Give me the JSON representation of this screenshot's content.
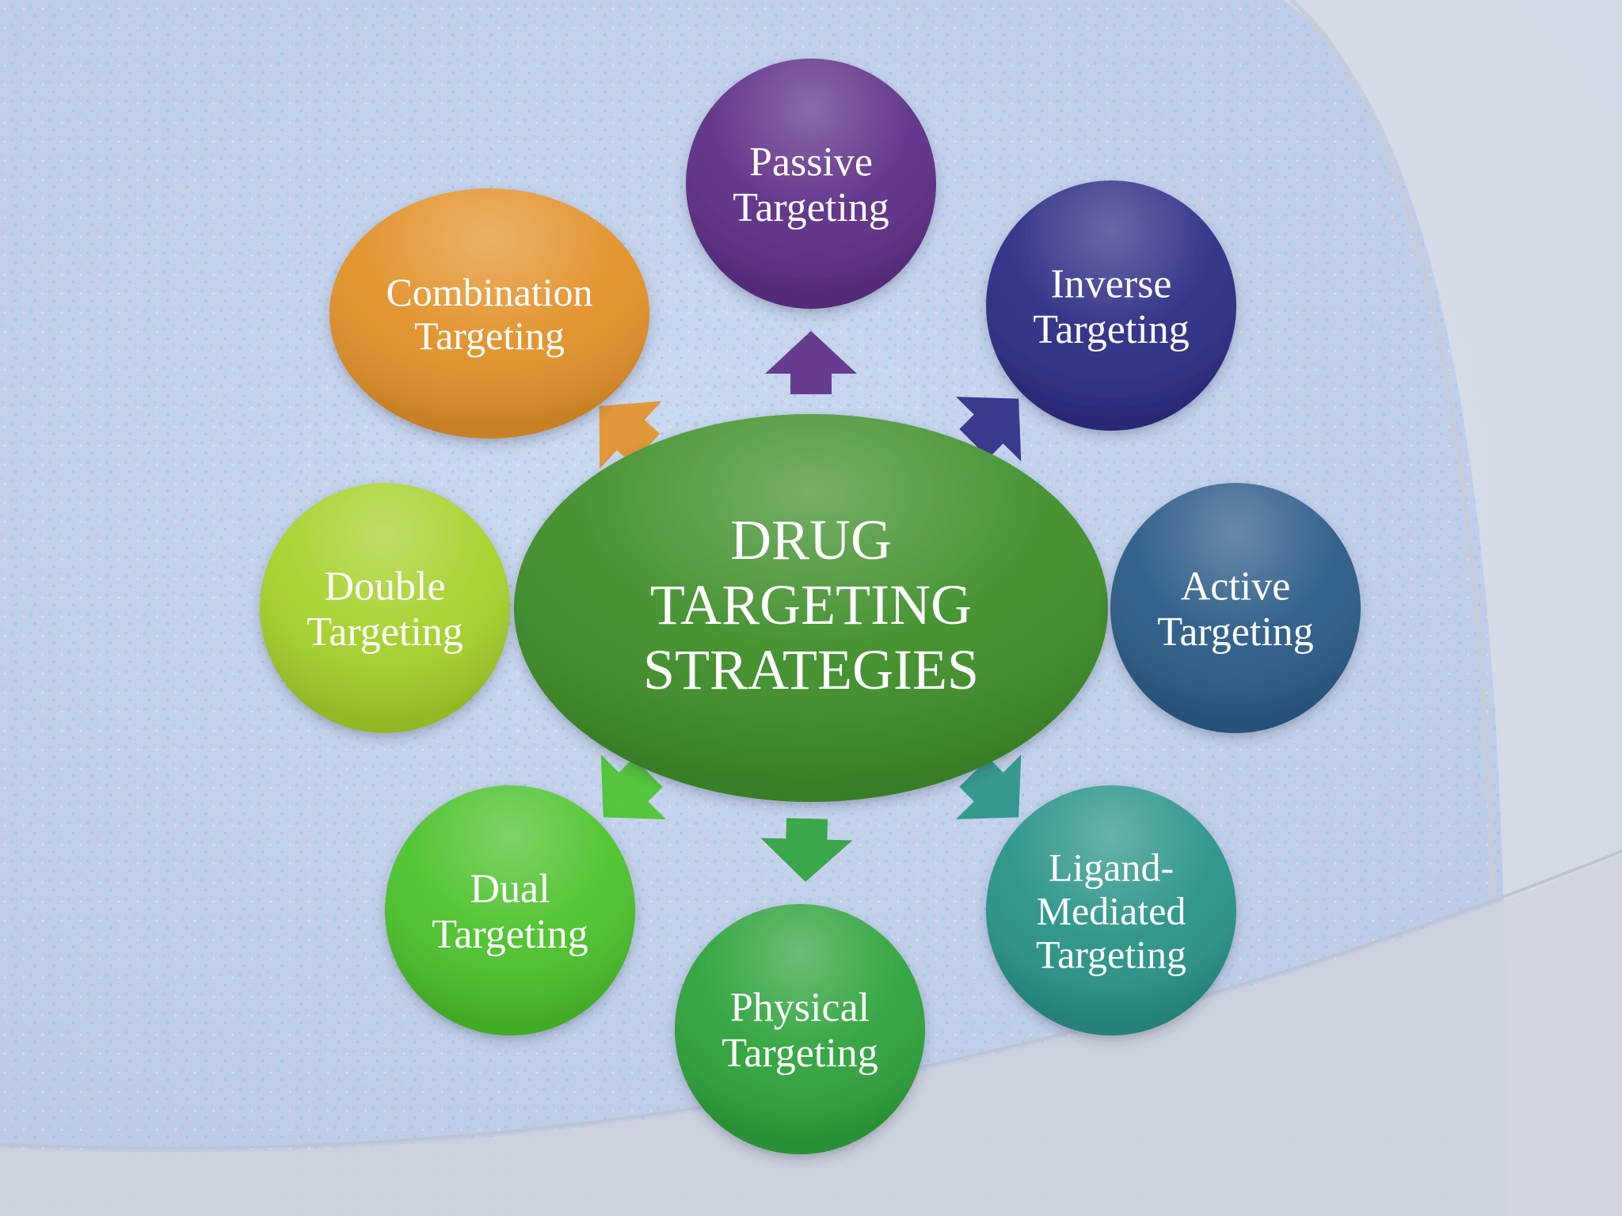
{
  "center": {
    "lines": [
      "DRUG",
      "TARGETING",
      "STRATEGIES"
    ],
    "color": "#3f8f2a"
  },
  "nodes": [
    {
      "id": "passive",
      "lines": [
        "Passive",
        "Targeting"
      ],
      "color": "#5e2f87"
    },
    {
      "id": "inverse",
      "lines": [
        "Inverse",
        "Targeting"
      ],
      "color": "#2e2e86"
    },
    {
      "id": "active",
      "lines": [
        "Active",
        "Targeting"
      ],
      "color": "#2c5c88"
    },
    {
      "id": "ligand-mediated",
      "lines": [
        "Ligand-",
        "Mediated",
        "Targeting"
      ],
      "color": "#2a9488"
    },
    {
      "id": "physical",
      "lines": [
        "Physical",
        "Targeting"
      ],
      "color": "#2fa33c"
    },
    {
      "id": "dual",
      "lines": [
        "Dual",
        "Targeting"
      ],
      "color": "#4cc22c"
    },
    {
      "id": "double",
      "lines": [
        "Double",
        "Targeting"
      ],
      "color": "#a6d12c"
    },
    {
      "id": "combination",
      "lines": [
        "Combination",
        "Targeting"
      ],
      "color": "#e2922a"
    }
  ]
}
